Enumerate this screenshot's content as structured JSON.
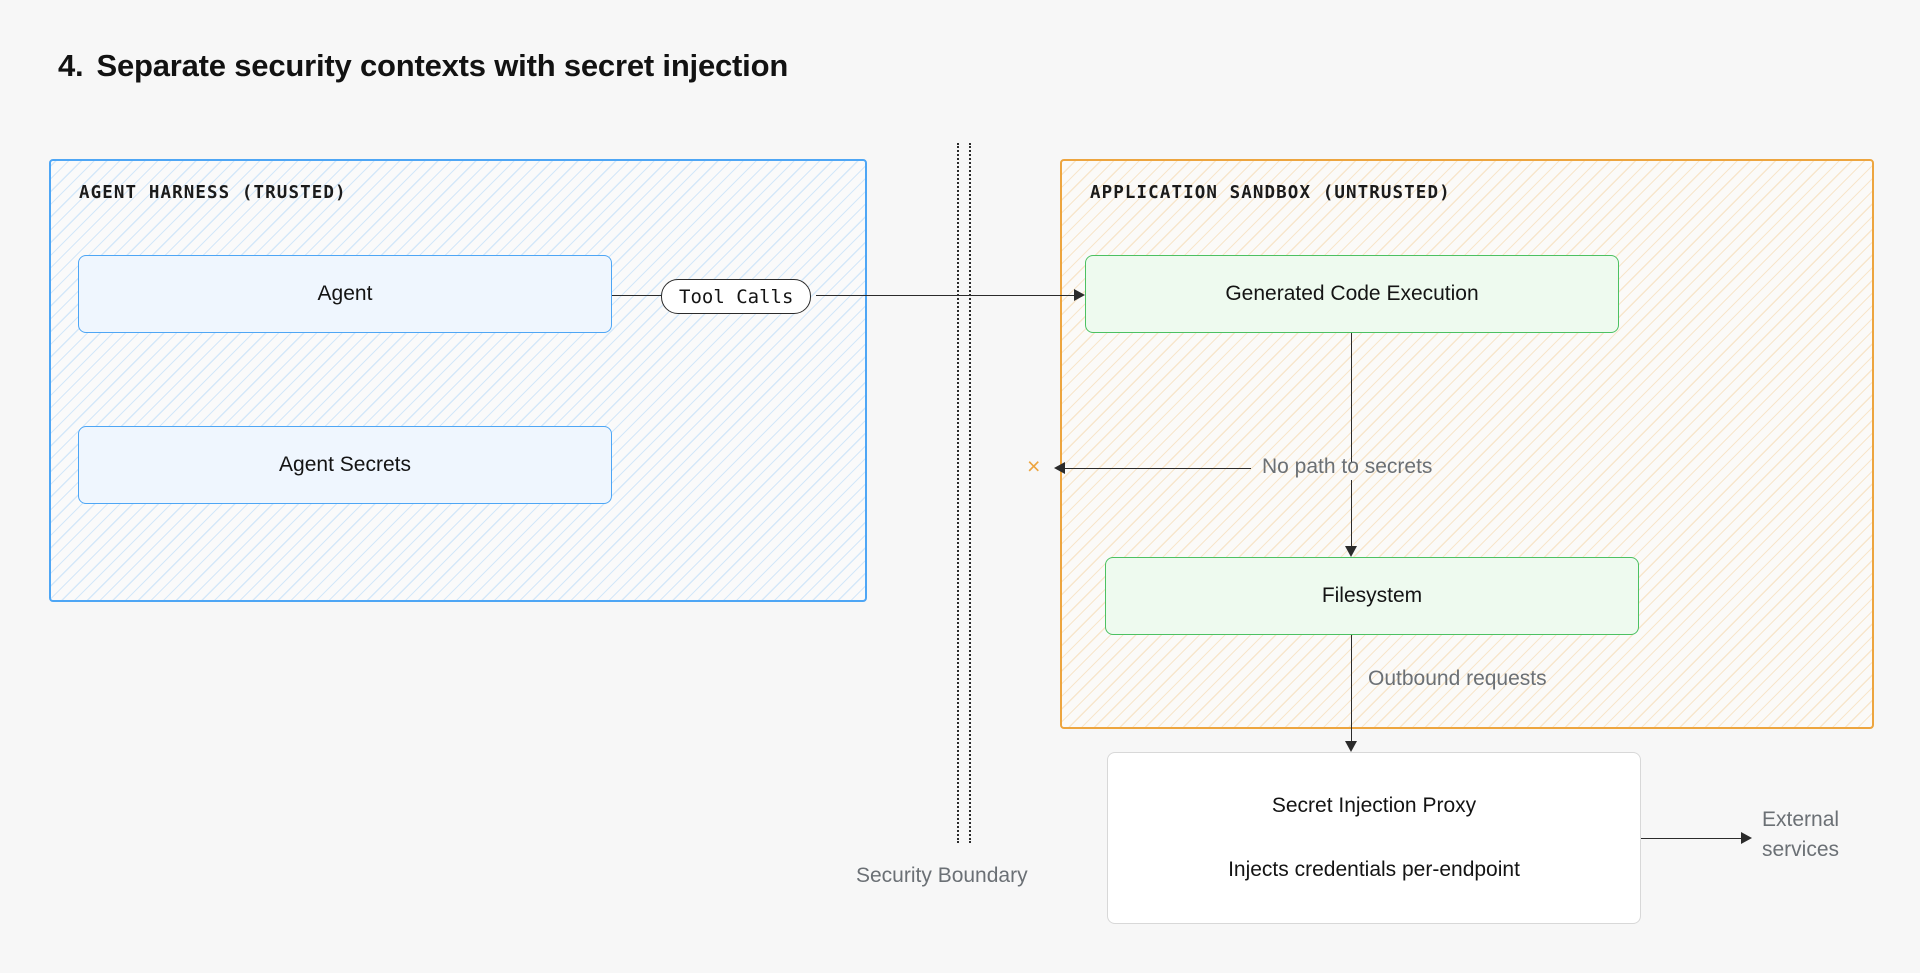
{
  "title": {
    "number": "4.",
    "text": "Separate security contexts with secret injection"
  },
  "zones": {
    "trusted": {
      "label": "AGENT HARNESS (TRUSTED)",
      "border_color": "#4ea6f5",
      "nodes": [
        {
          "label": "Agent"
        },
        {
          "label": "Agent Secrets"
        }
      ]
    },
    "untrusted": {
      "label": "APPLICATION SANDBOX (UNTRUSTED)",
      "border_color": "#eda53f",
      "nodes": [
        {
          "label": "Generated Code Execution"
        },
        {
          "label": "Filesystem"
        }
      ]
    }
  },
  "proxy": {
    "line1": "Secret Injection Proxy",
    "line2": "Injects credentials per-endpoint",
    "border_color": "#d8d8d8"
  },
  "edges": {
    "tool_calls": "Tool Calls",
    "no_path_to_secrets": "No path to secrets",
    "outbound_requests": "Outbound requests",
    "external_services": "External services",
    "blocked_marker": "×"
  },
  "boundary": {
    "label": "Security Boundary"
  }
}
